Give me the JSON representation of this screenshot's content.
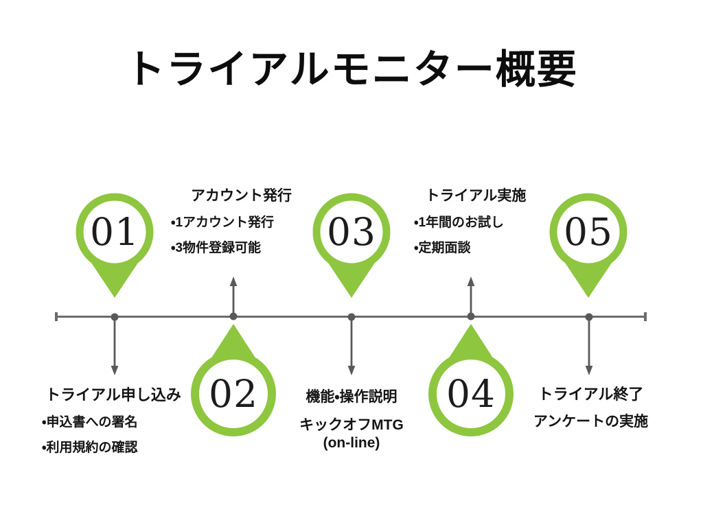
{
  "title": "トライアルモニター概要",
  "colors": {
    "accent_green": "#8ec63f",
    "timeline_gray": "#6b6b6b",
    "connector_gray": "#595959",
    "text_black": "#141414"
  },
  "steps": [
    {
      "number": "01",
      "heading": "トライアル申し込み",
      "lines": [
        "・申込書への署名",
        "・利用規約の確認"
      ]
    },
    {
      "number": "02",
      "heading": "アカウント発行",
      "lines": [
        "・1アカウント発行",
        "・3物件登録可能"
      ]
    },
    {
      "number": "03",
      "heading": "機能・操作説明",
      "lines": [
        "キックオフMTG",
        "(on-line)"
      ]
    },
    {
      "number": "04",
      "heading": "トライアル実施",
      "lines": [
        "・1年間のお試し",
        "・定期面談"
      ]
    },
    {
      "number": "05",
      "heading": "トライアル終了",
      "lines": [
        "アンケートの実施"
      ]
    }
  ]
}
